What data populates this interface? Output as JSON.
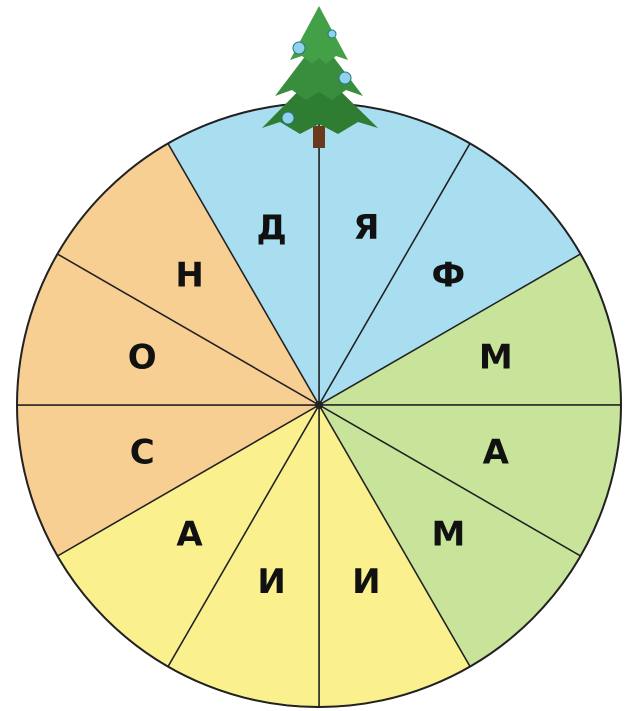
{
  "colors": {
    "winter": "#a9ddf0",
    "spring": "#c7e49a",
    "summer": "#fbf08e",
    "autumn": "#f8cf92",
    "outline": "#222222",
    "letter": "#111111",
    "tree": "#2f7f2f",
    "ornament": "#8fd3ea"
  },
  "sectors": [
    {
      "id": "jan",
      "season": "winter",
      "letter": "Я"
    },
    {
      "id": "feb",
      "season": "winter",
      "letter": "Ф"
    },
    {
      "id": "mar",
      "season": "spring",
      "letter": "М"
    },
    {
      "id": "apr",
      "season": "spring",
      "letter": "А"
    },
    {
      "id": "may",
      "season": "spring",
      "letter": "М"
    },
    {
      "id": "jun",
      "season": "summer",
      "letter": "И"
    },
    {
      "id": "jul",
      "season": "summer",
      "letter": "И"
    },
    {
      "id": "aug",
      "season": "summer",
      "letter": "А"
    },
    {
      "id": "sep",
      "season": "autumn",
      "letter": "С"
    },
    {
      "id": "oct",
      "season": "autumn",
      "letter": "О"
    },
    {
      "id": "nov",
      "season": "autumn",
      "letter": "Н"
    },
    {
      "id": "dec",
      "season": "winter",
      "letter": "Д"
    }
  ],
  "tree": {
    "icon": "christmas-tree-icon"
  }
}
